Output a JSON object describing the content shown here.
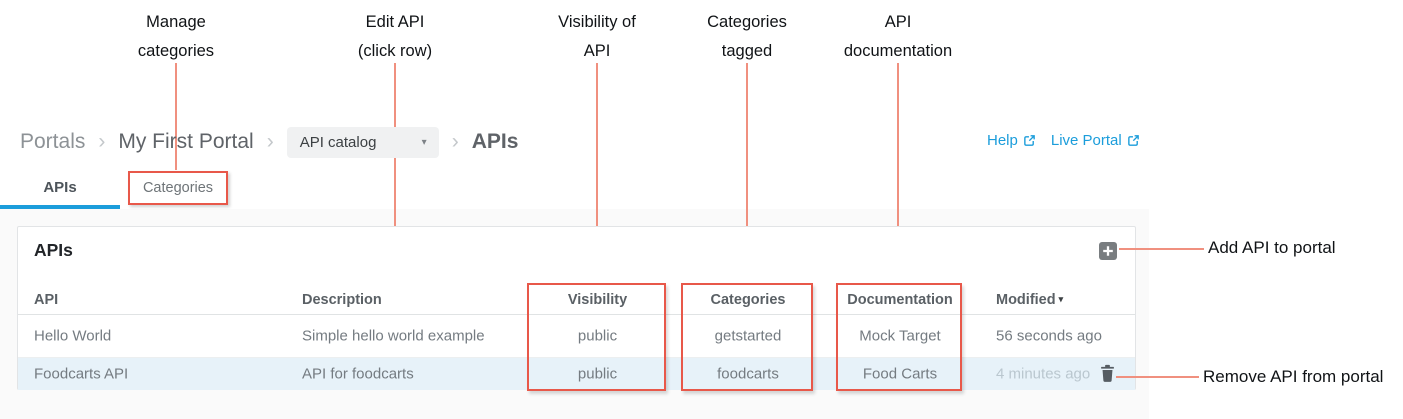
{
  "colors": {
    "accent_blue": "#1b9ddb",
    "annotation_red": "#e8584a",
    "annotation_line": "#f0907f",
    "row_highlight": "#e7f2f9",
    "page_bg": "#fafafa",
    "panel_border": "#e2e4e6",
    "icon_gray": "#797d80",
    "trash_gray": "#565d63",
    "faded_text": "#bac7cf"
  },
  "annotations": {
    "top": [
      {
        "line1": "Manage",
        "line2": "categories"
      },
      {
        "line1": "Edit API",
        "line2": "(click row)"
      },
      {
        "line1": "Visibility of",
        "line2": "API"
      },
      {
        "line1": "Categories",
        "line2": "tagged"
      },
      {
        "line1": "API",
        "line2": "documentation"
      }
    ],
    "add_api": "Add API to portal",
    "remove_api": "Remove API from portal"
  },
  "breadcrumb": {
    "portals": "Portals",
    "portal_name": "My First Portal",
    "dropdown_value": "API catalog",
    "current": "APIs",
    "separator": "›",
    "caret": "▾"
  },
  "header_links": {
    "help": "Help",
    "live_portal": "Live Portal"
  },
  "tabs": [
    {
      "label": "APIs"
    },
    {
      "label": "Categories"
    }
  ],
  "panel": {
    "title": "APIs"
  },
  "table": {
    "columns": [
      "API",
      "Description",
      "Visibility",
      "Categories",
      "Documentation",
      "Modified"
    ],
    "sort_indicator": "▾",
    "rows": [
      {
        "api": "Hello World",
        "description": "Simple hello world example",
        "visibility": "public",
        "categories": "getstarted",
        "documentation": "Mock Target",
        "modified": "56 seconds ago"
      },
      {
        "api": "Foodcarts API",
        "description": "API for foodcarts",
        "visibility": "public",
        "categories": "foodcarts",
        "documentation": "Food Carts",
        "modified": "4 minutes ago"
      }
    ]
  }
}
